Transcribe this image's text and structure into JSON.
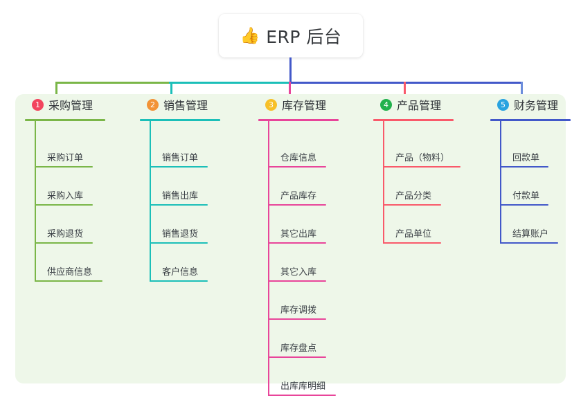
{
  "root": {
    "icon": "thumbs-up-icon",
    "emoji": "👍",
    "title": "ERP 后台"
  },
  "palette": {
    "panel_background": "#eef7e9",
    "page_background": "#ffffff",
    "title_text": "#2f3338",
    "leaf_text": "#3a3f45"
  },
  "columns": [
    {
      "number": "1",
      "title": "采购管理",
      "badge_color": "#f2455e",
      "line_color": "#7ab648",
      "stub_color": "#7ab648",
      "items": [
        {
          "label": "采购订单",
          "rule_width": 84
        },
        {
          "label": "采购入库",
          "rule_width": 84
        },
        {
          "label": "采购退货",
          "rule_width": 84
        },
        {
          "label": "供应商信息",
          "rule_width": 98
        }
      ]
    },
    {
      "number": "2",
      "title": "销售管理",
      "badge_color": "#f29337",
      "line_color": "#1bbfb8",
      "stub_color": "#1bbfb8",
      "items": [
        {
          "label": "销售订单",
          "rule_width": 84
        },
        {
          "label": "销售出库",
          "rule_width": 84
        },
        {
          "label": "销售退货",
          "rule_width": 84
        },
        {
          "label": "客户信息",
          "rule_width": 84
        }
      ]
    },
    {
      "number": "3",
      "title": "库存管理",
      "badge_color": "#f7c028",
      "line_color": "#e8459a",
      "stub_color": "#e8459a",
      "items": [
        {
          "label": "仓库信息",
          "rule_width": 84
        },
        {
          "label": "产品库存",
          "rule_width": 84
        },
        {
          "label": "其它出库",
          "rule_width": 84
        },
        {
          "label": "其它入库",
          "rule_width": 84
        },
        {
          "label": "库存调拨",
          "rule_width": 84
        },
        {
          "label": "库存盘点",
          "rule_width": 84
        },
        {
          "label": "出库库明细",
          "rule_width": 98
        }
      ]
    },
    {
      "number": "4",
      "title": "产品管理",
      "badge_color": "#22b14c",
      "line_color": "#f9596a",
      "stub_color": "#f9596a",
      "items": [
        {
          "label": "产品（物料）",
          "rule_width": 112
        },
        {
          "label": "产品分类",
          "rule_width": 84
        },
        {
          "label": "产品单位",
          "rule_width": 84
        }
      ]
    },
    {
      "number": "5",
      "title": "财务管理",
      "badge_color": "#29a3e0",
      "line_color": "#4258c9",
      "stub_color": "#6c8ddb",
      "items": [
        {
          "label": "回款单",
          "rule_width": 70
        },
        {
          "label": "付款单",
          "rule_width": 70
        },
        {
          "label": "结算账户",
          "rule_width": 84
        }
      ]
    }
  ],
  "trunk": {
    "color": "#4258c9",
    "segments": [
      {
        "color": "#7ab648"
      },
      {
        "color": "#1bbfb8"
      },
      {
        "color": "#4258c9"
      }
    ]
  }
}
